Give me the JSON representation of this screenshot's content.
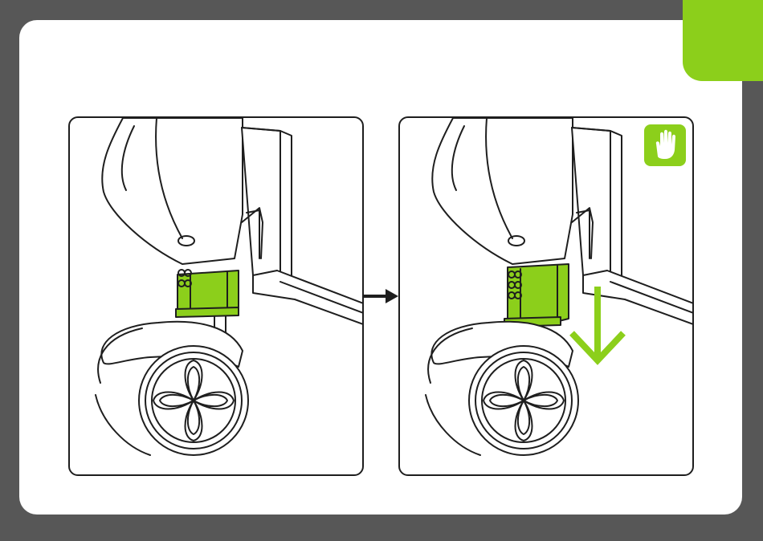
{
  "colors": {
    "frame": "#575757",
    "sheet": "#ffffff",
    "accent": "#8ccf1b",
    "line": "#1e1e1e"
  },
  "corner_tab": {
    "text": ""
  },
  "panels": [
    {
      "step": "before",
      "caster_part": "lifted-lock-collar"
    },
    {
      "step": "after",
      "caster_part": "pressed-lock-collar",
      "badge_icon": "stop-hand-icon",
      "motion_icon": "down-arrow-icon"
    }
  ],
  "connector_icon": "right-arrow-icon"
}
